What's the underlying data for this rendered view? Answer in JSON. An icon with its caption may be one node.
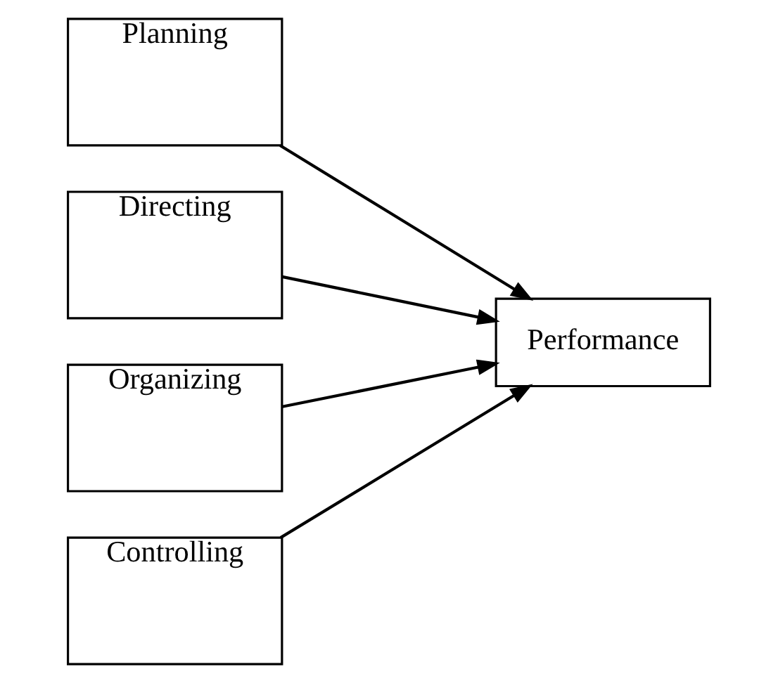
{
  "diagram": {
    "nodes": [
      {
        "text": [
          "Planning"
        ]
      },
      {
        "text": [
          "Directing"
        ]
      },
      {
        "text": [
          "Organizing"
        ]
      },
      {
        "text": [
          "Controlling"
        ]
      },
      {
        "text": [
          "Performance"
        ]
      }
    ],
    "edges": [
      {
        "from": 0,
        "to": 4,
        "arrow": "to"
      },
      {
        "from": 1,
        "to": 4,
        "arrow": "to"
      },
      {
        "from": 2,
        "to": 4,
        "arrow": "to"
      },
      {
        "from": 3,
        "to": 4,
        "arrow": "to"
      }
    ]
  }
}
